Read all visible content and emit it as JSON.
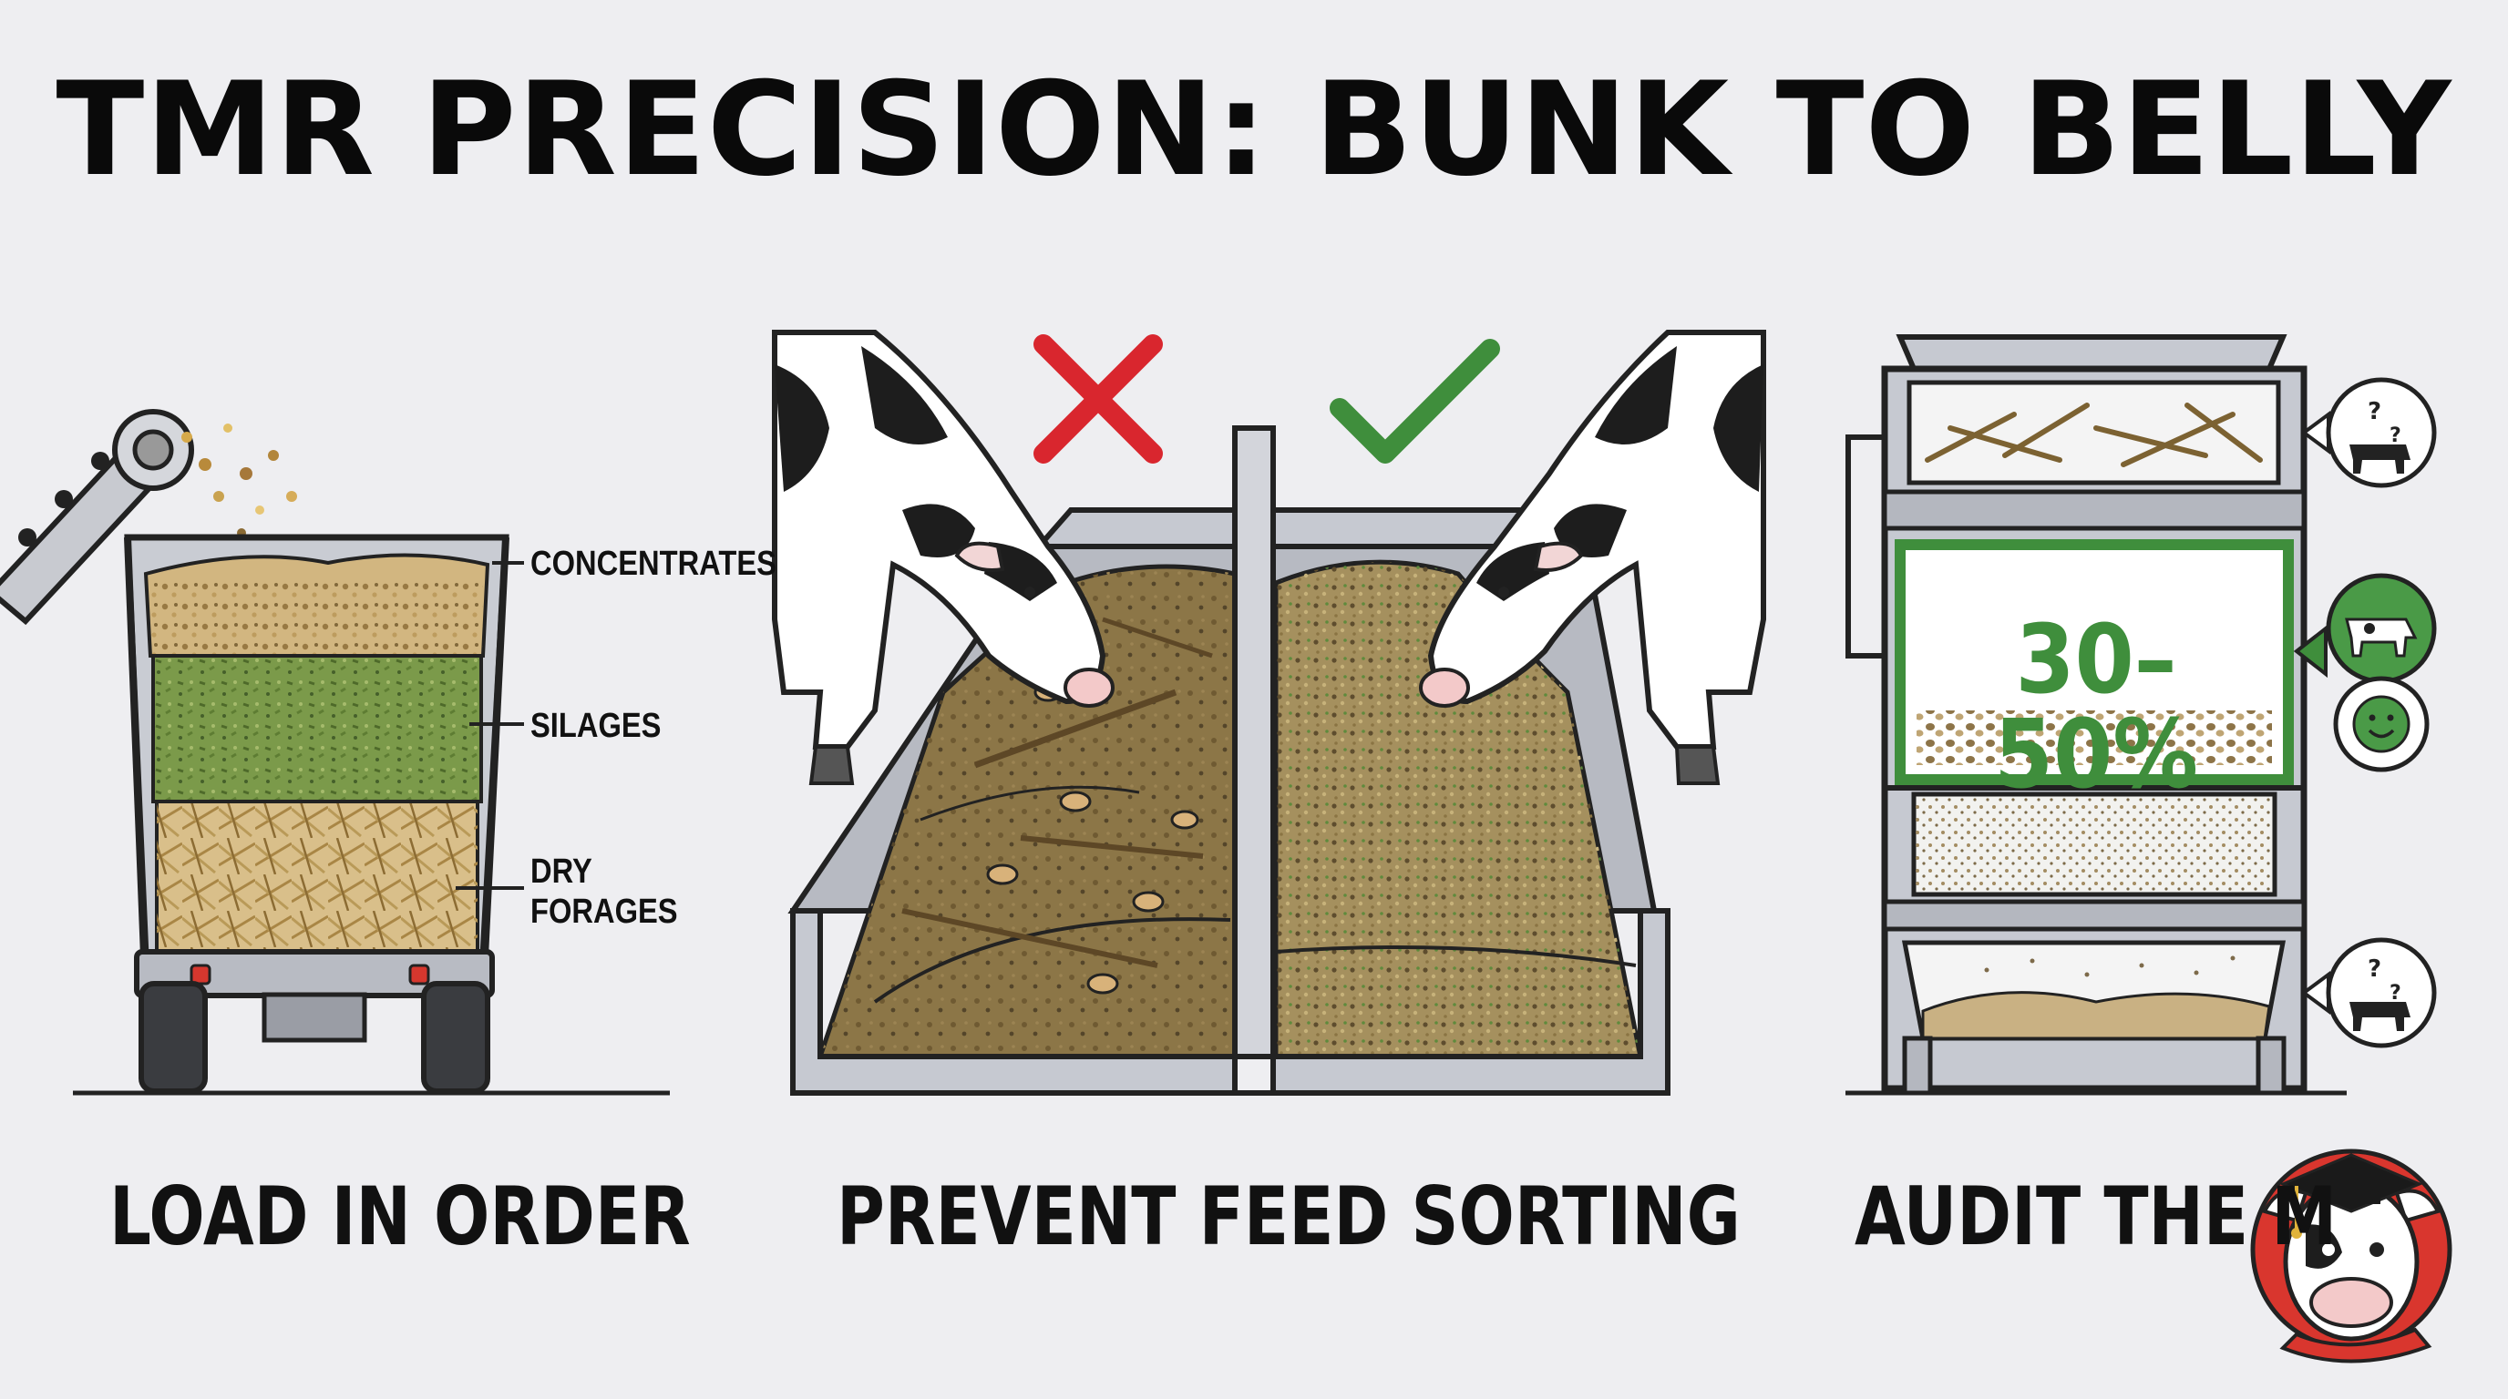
{
  "title": "TMR PRECISION: BUNK TO BELLY",
  "panels": [
    {
      "caption": "LOAD IN ORDER",
      "layers": [
        "CONCENTRATES",
        "SILAGES",
        "DRY FORAGES"
      ]
    },
    {
      "caption": "PREVENT FEED SORTING",
      "marks": [
        "cross-icon",
        "check-icon"
      ]
    },
    {
      "caption": "AUDIT THE M",
      "sieve_target": "30–50%",
      "badges": [
        "question-cow-icon",
        "cow-icon",
        "smiley-icon",
        "question-cow-icon"
      ]
    }
  ],
  "colors": {
    "accent_green": "#3f8e3c",
    "cross_red": "#d9262e",
    "concentrate": "#d2b680",
    "silage": "#7b9a4a",
    "dry_forage": "#d9bf8a",
    "metal": "#c6c9d1"
  }
}
